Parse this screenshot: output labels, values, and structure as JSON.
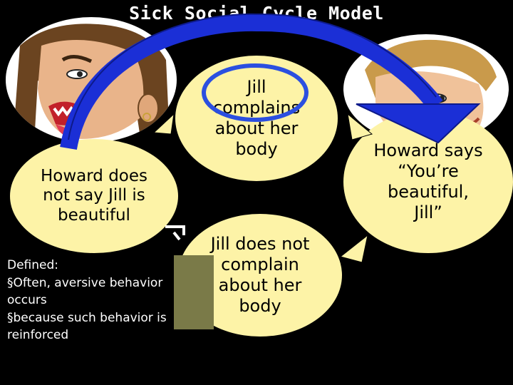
{
  "title": "Sick Social Cycle Model",
  "nodes": {
    "jill_complains": "Jill\ncomplains\nabout her\nbody",
    "howard_not_say": "Howard does\nnot say Jill is\nbeautiful",
    "howard_says": "Howard says\n“You’re\nbeautiful,\nJill”",
    "jill_not_complain": "Jill does not\ncomplain\nabout her\nbody"
  },
  "definition": {
    "line1": "Defined:",
    "line2": "§Often, aversive behavior",
    "line3": "occurs",
    "line4": "§because such behavior is",
    "line5": "reinforced"
  },
  "colors": {
    "bubble": "#fdf3a7",
    "arrow_blue": "#1b2fd6",
    "small_arrow": "#fdf3a7",
    "background": "#000000"
  }
}
